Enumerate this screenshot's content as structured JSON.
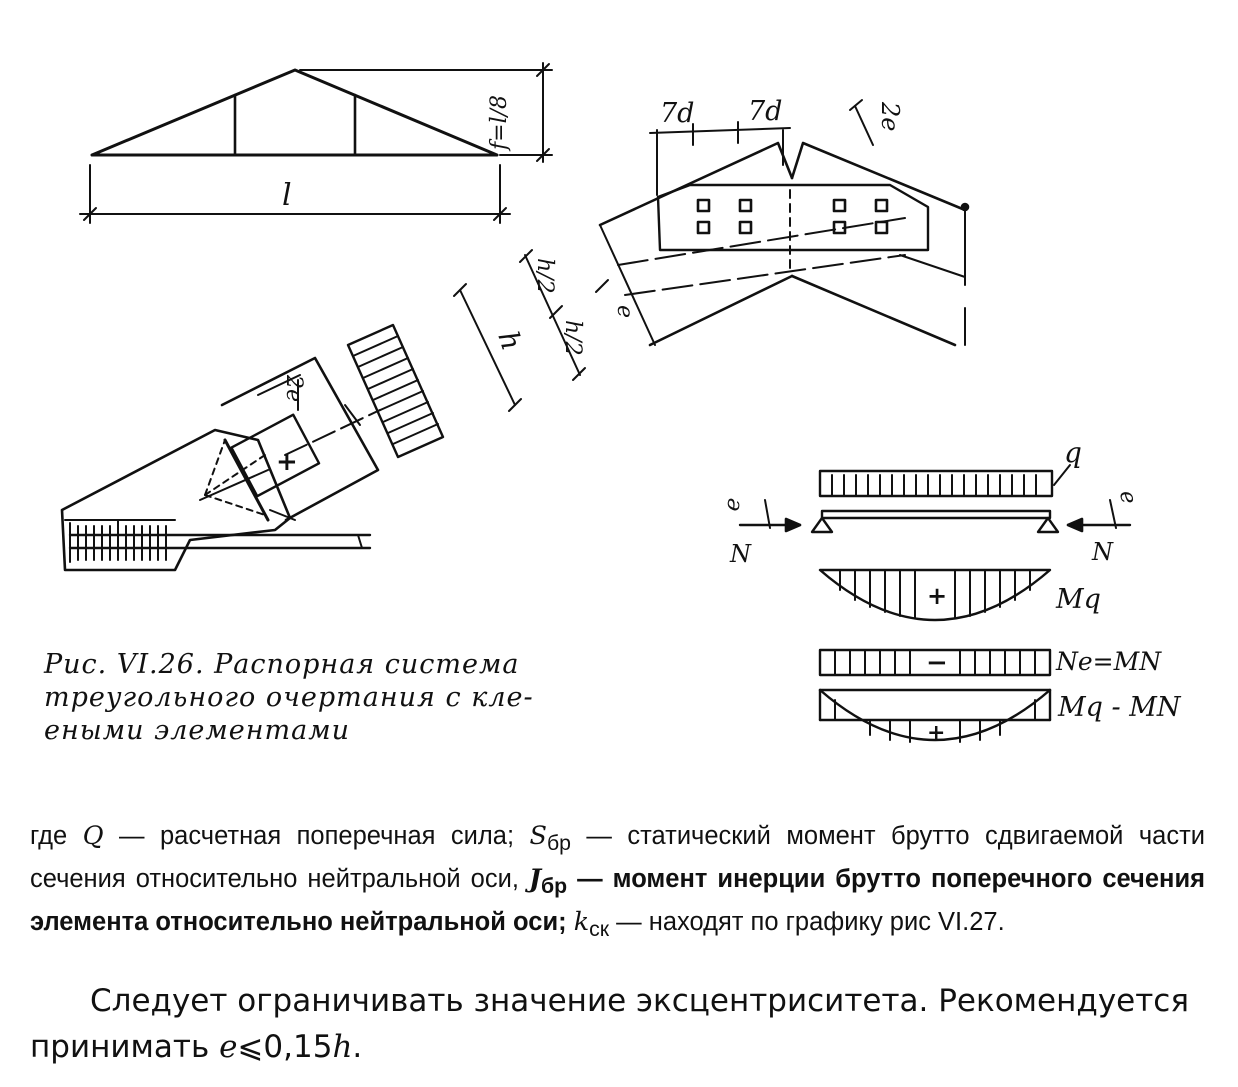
{
  "figure": {
    "labels": {
      "span": "l",
      "rise": "f=l/8",
      "panel_left": "7d",
      "panel_right": "7d",
      "two_e_top": "2e",
      "half_h_top": "h/2",
      "half_h_bottom": "h/2",
      "e_mid": "e",
      "h": "h",
      "two_e_left": "2e",
      "plus_joint": "+",
      "q": "q",
      "e_left": "e",
      "e_right": "e",
      "N_left": "N",
      "N_right": "N",
      "Mq": "Mq",
      "NeMN": "Ne=MN",
      "MqMN": "Mq - MN",
      "plus1": "+",
      "minus": "−",
      "plus2": "+"
    }
  },
  "caption": {
    "line1": "Рис. VI.26. Распорная система",
    "line2": "треугольного очертания с кле-",
    "line3": "еными элементами"
  },
  "paragraph1": {
    "t1": "где ",
    "Q": "Q",
    "t2": " — расчетная поперечная сила; ",
    "S": "S",
    "Ssub": "бр",
    "t3": " — статический момент брутто сдвигаемой части сечения относительно нейтральной оси, ",
    "J": "J",
    "Jsub": "бр",
    "t4": " — момент инерции брутто поперечного сечения элемента относительно нейтральной оси; ",
    "k": "k",
    "ksub": "ск",
    "t5": " — находят по графику рис VI.27."
  },
  "paragraph2": {
    "t1": "Следует ограничивать значение эксцентриситета. Рекомендуется принимать ",
    "e": "e",
    "rel": "⩽0,15",
    "h": "h",
    "end": "."
  }
}
